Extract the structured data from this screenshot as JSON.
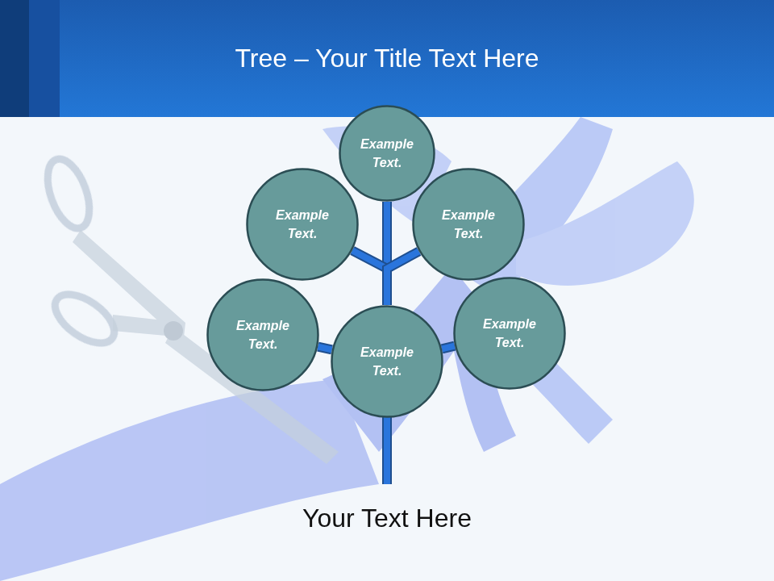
{
  "diagram": {
    "title": "Tree – Your Title Text Here",
    "caption": "Your Text Here",
    "nodes": [
      {
        "text": [
          "Example Text."
        ]
      },
      {
        "text": [
          "Example Text."
        ]
      },
      {
        "text": [
          "Example Text."
        ]
      },
      {
        "text": [
          "Example Text."
        ]
      },
      {
        "text": [
          "Example Text."
        ]
      },
      {
        "text": [
          "Example Text."
        ]
      }
    ],
    "edges": [
      {
        "from": 4,
        "to": 0,
        "arrow": "none"
      },
      {
        "from": 4,
        "to": 1,
        "arrow": "none"
      },
      {
        "from": 4,
        "to": 2,
        "arrow": "none"
      },
      {
        "from": 4,
        "to": 3,
        "arrow": "none"
      },
      {
        "from": 4,
        "to": 5,
        "arrow": "none"
      }
    ]
  }
}
